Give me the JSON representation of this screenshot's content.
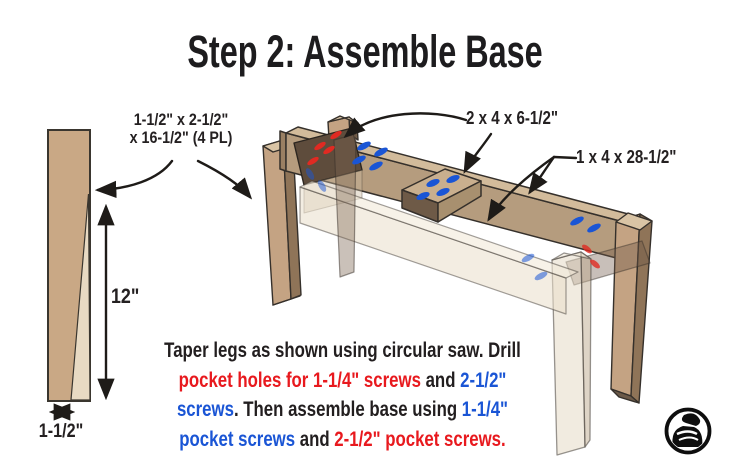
{
  "title": "Step 2: Assemble Base",
  "leg_detail": {
    "dimension_label_line1": "1-1/2\" x 2-1/2\"",
    "dimension_label_line2": "x 16-1/2\" (4 PL)",
    "height_dimension": "12\"",
    "width_dimension": "1-1/2\""
  },
  "part_labels": {
    "cross_support": "2 x 4 x 6-1/2\"",
    "apron": "1 x 4 x 28-1/2\""
  },
  "instructions": {
    "lines": [
      [
        {
          "text": "Taper legs as shown using circular saw. Drill",
          "color": "dark"
        }
      ],
      [
        {
          "text": "pocket holes for 1-1/4\" screws",
          "color": "red"
        },
        {
          "text": " and ",
          "color": "dark"
        },
        {
          "text": "2-1/2\"",
          "color": "blue"
        }
      ],
      [
        {
          "text": "screws",
          "color": "blue"
        },
        {
          "text": ". Then assemble base using ",
          "color": "dark"
        },
        {
          "text": "1-1/4\"",
          "color": "blue"
        }
      ],
      [
        {
          "text": "pocket screws",
          "color": "blue"
        },
        {
          "text": " and ",
          "color": "dark"
        },
        {
          "text": "2-1/2\" pocket screws.",
          "color": "red"
        }
      ]
    ]
  },
  "colors": {
    "dark": "#221e1f",
    "red": "#e8191e",
    "blue": "#1a55d5",
    "wood_main": "#c4a383",
    "wood_light": "#d9c4a5",
    "wood_dark": "#8f7458",
    "rail_dark": "#5e4c3c",
    "outline": "#35302b",
    "pocket_hole_blue": "#1a55d5",
    "pocket_hole_red": "#e02a22"
  },
  "icons": {
    "logo_icon": "woodworker-figure-logo",
    "arrow_icons": "callout-arrows",
    "dimension_icons": "double-headed-dimension-arrows"
  }
}
